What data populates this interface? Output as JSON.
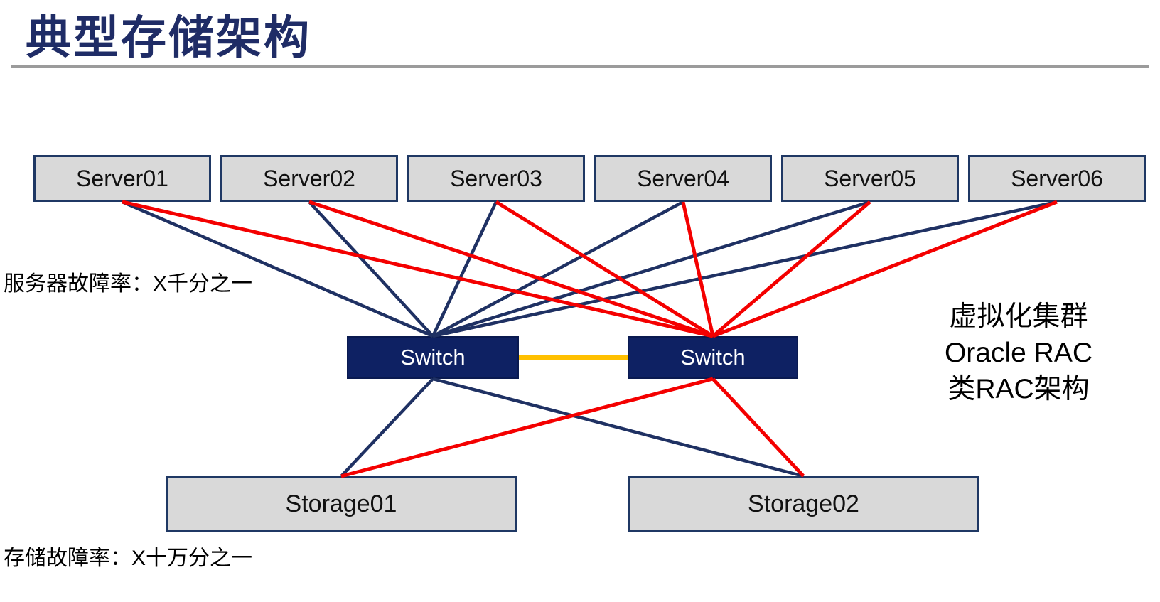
{
  "title": "典型存储架构",
  "annotations": {
    "server_failure": "服务器故障率：X千分之一",
    "storage_failure": "存储故障率：X十万分之一",
    "cluster_note_lines": [
      "虚拟化集群",
      "Oracle RAC",
      "类RAC架构"
    ]
  },
  "colors": {
    "navy": "#1F3163",
    "red": "#F40000",
    "orange": "#FFC000",
    "box_fill": "#D9D9D9",
    "box_border": "#1F3864",
    "switch_fill": "#0E2163",
    "title": "#1F2C66",
    "divider": "#9B9B9B"
  },
  "nodes": {
    "server01": {
      "label": "Server01"
    },
    "server02": {
      "label": "Server02"
    },
    "server03": {
      "label": "Server03"
    },
    "server04": {
      "label": "Server04"
    },
    "server05": {
      "label": "Server05"
    },
    "server06": {
      "label": "Server06"
    },
    "switch_left": {
      "label": "Switch"
    },
    "switch_right": {
      "label": "Switch"
    },
    "storage01": {
      "label": "Storage01"
    },
    "storage02": {
      "label": "Storage02"
    }
  },
  "edges": [
    {
      "from": "server01",
      "to": "switch_left",
      "fromAnchor": "bottom",
      "toAnchor": "top",
      "color": "navy",
      "width": 4.5
    },
    {
      "from": "server02",
      "to": "switch_left",
      "fromAnchor": "bottom",
      "toAnchor": "top",
      "color": "navy",
      "width": 4.5
    },
    {
      "from": "server03",
      "to": "switch_left",
      "fromAnchor": "bottom",
      "toAnchor": "top",
      "color": "navy",
      "width": 4.5
    },
    {
      "from": "server04",
      "to": "switch_left",
      "fromAnchor": "bottom",
      "toAnchor": "top",
      "color": "navy",
      "width": 4.5
    },
    {
      "from": "server05",
      "to": "switch_left",
      "fromAnchor": "bottom",
      "toAnchor": "top",
      "color": "navy",
      "width": 4.5
    },
    {
      "from": "server06",
      "to": "switch_left",
      "fromAnchor": "bottom",
      "toAnchor": "top",
      "color": "navy",
      "width": 4.5
    },
    {
      "from": "switch_left",
      "to": "storage01",
      "fromAnchor": "bottom",
      "toAnchor": "top",
      "color": "navy",
      "width": 4.5
    },
    {
      "from": "switch_left",
      "to": "storage02",
      "fromAnchor": "bottom",
      "toAnchor": "top",
      "color": "navy",
      "width": 4.5
    },
    {
      "from": "server01",
      "to": "switch_right",
      "fromAnchor": "bottom",
      "toAnchor": "top",
      "color": "red",
      "width": 5
    },
    {
      "from": "server02",
      "to": "switch_right",
      "fromAnchor": "bottom",
      "toAnchor": "top",
      "color": "red",
      "width": 5
    },
    {
      "from": "server03",
      "to": "switch_right",
      "fromAnchor": "bottom",
      "toAnchor": "top",
      "color": "red",
      "width": 5
    },
    {
      "from": "server04",
      "to": "switch_right",
      "fromAnchor": "bottom",
      "toAnchor": "top",
      "color": "red",
      "width": 5
    },
    {
      "from": "server05",
      "to": "switch_right",
      "fromAnchor": "bottom",
      "toAnchor": "top",
      "color": "red",
      "width": 5
    },
    {
      "from": "server06",
      "to": "switch_right",
      "fromAnchor": "bottom",
      "toAnchor": "top",
      "color": "red",
      "width": 5
    },
    {
      "from": "switch_right",
      "to": "storage01",
      "fromAnchor": "bottom",
      "toAnchor": "top",
      "color": "red",
      "width": 5
    },
    {
      "from": "switch_right",
      "to": "storage02",
      "fromAnchor": "bottom",
      "toAnchor": "top",
      "color": "red",
      "width": 5
    },
    {
      "from": "switch_left",
      "to": "switch_right",
      "fromAnchor": "right",
      "toAnchor": "left",
      "color": "orange",
      "width": 6
    }
  ]
}
